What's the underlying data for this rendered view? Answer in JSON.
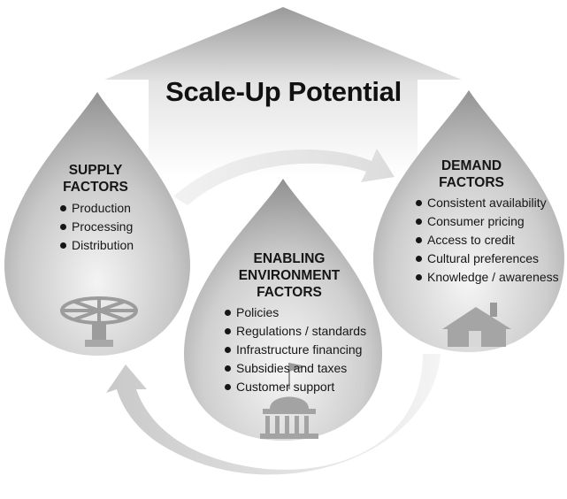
{
  "title": "Scale-Up Potential",
  "supply": {
    "heading": [
      "SUPPLY",
      "FACTORS"
    ],
    "items": [
      "Production",
      "Processing",
      "Distribution"
    ],
    "icon": "valve-wheel-icon"
  },
  "demand": {
    "heading": [
      "DEMAND",
      "FACTORS"
    ],
    "items": [
      "Consistent availability",
      "Consumer pricing",
      "Access to credit",
      "Cultural preferences",
      "Knowledge / awareness"
    ],
    "icon": "house-icon"
  },
  "enabling": {
    "heading": [
      "ENABLING",
      "ENVIRONMENT",
      "FACTORS"
    ],
    "items": [
      "Policies",
      "Regulations / standards",
      "Infrastructure financing",
      "Subsidies and taxes",
      "Customer support"
    ],
    "icon": "capitol-building-icon"
  },
  "colors": {
    "drop_dark": "#8a8a8a",
    "drop_light": "#f2f2f2",
    "arrow": "#dcdcdc",
    "text": "#111111"
  }
}
